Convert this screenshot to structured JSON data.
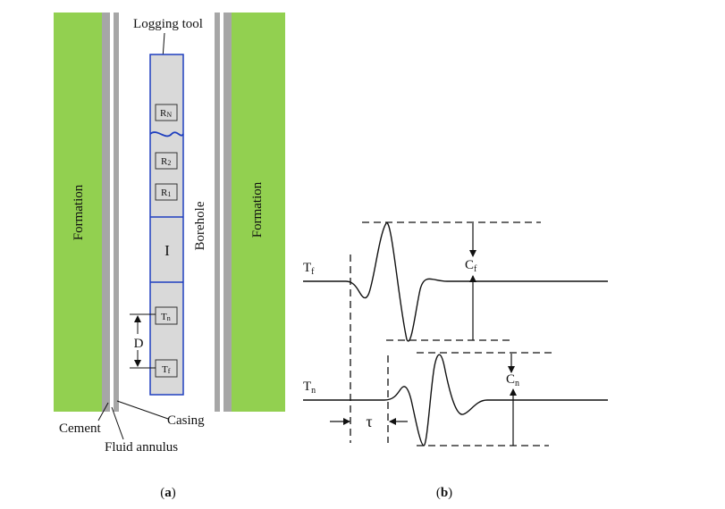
{
  "panel_a": {
    "formation_left": "Formation",
    "formation_right": "Formation",
    "logging_tool": "Logging tool",
    "borehole": "Borehole",
    "receivers": {
      "rn": {
        "main": "R",
        "sub": "N"
      },
      "r2": {
        "main": "R",
        "sub": "2"
      },
      "r1": {
        "main": "R",
        "sub": "1"
      }
    },
    "isolator": "I",
    "transmitters": {
      "tn": {
        "main": "T",
        "sub": "n"
      },
      "tf": {
        "main": "T",
        "sub": "f"
      }
    },
    "spacing": "D",
    "cement": "Cement",
    "casing": "Casing",
    "fluid_annulus": "Fluid annulus",
    "caption": {
      "open": "(",
      "letter": "a",
      "close": ")"
    }
  },
  "panel_b": {
    "trace_far": {
      "main": "T",
      "sub": "f"
    },
    "trace_near": {
      "main": "T",
      "sub": "n"
    },
    "amp_far": {
      "main": "C",
      "sub": "f"
    },
    "amp_near": {
      "main": "C",
      "sub": "n"
    },
    "delay": "τ",
    "caption": {
      "open": "(",
      "letter": "b",
      "close": ")"
    }
  },
  "colors": {
    "formation": "#92d050",
    "casing": "#a6a6a6",
    "tool_fill": "#d9d9d9",
    "tool_border": "#1f3fbf",
    "line": "#111111"
  }
}
